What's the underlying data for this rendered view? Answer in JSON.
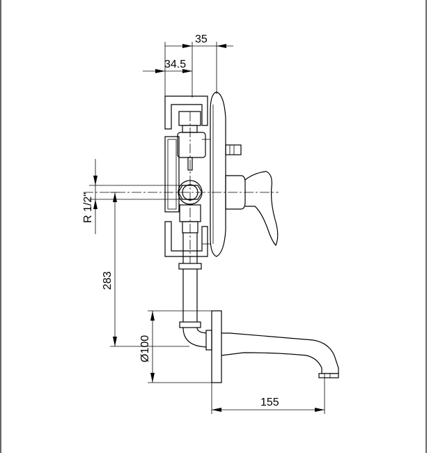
{
  "dimensions": {
    "top_outer": "35",
    "top_inner": "34.5",
    "thread": "R 1/2\"",
    "vertical_height": "283",
    "spout_diameter": "Ø100",
    "spout_length": "155"
  }
}
